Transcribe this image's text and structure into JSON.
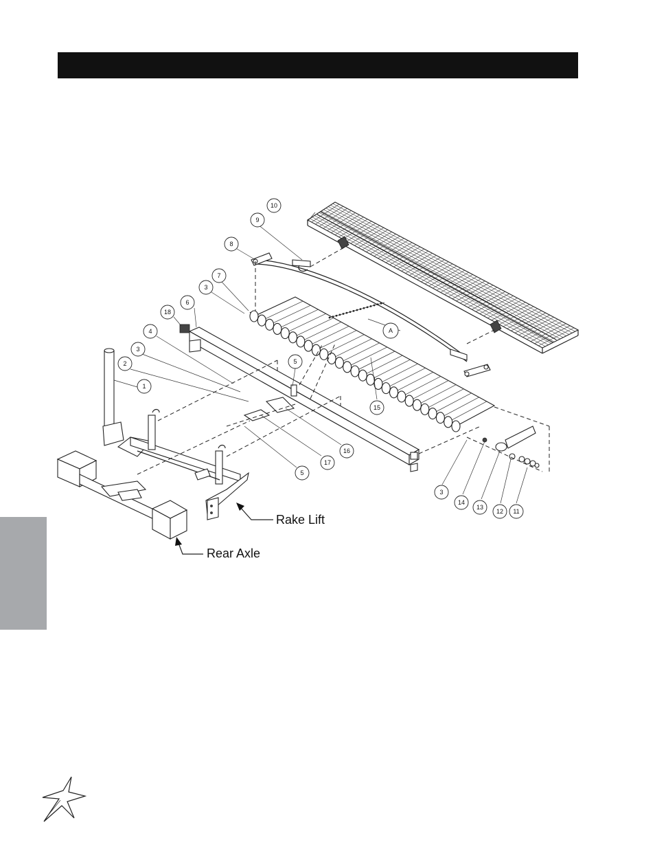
{
  "header": {
    "title": ""
  },
  "labels": {
    "rake_lift": "Rake Lift",
    "rear_axle": "Rear Axle"
  },
  "callouts": {
    "c1": "1",
    "c2": "2",
    "c3a": "3",
    "c3b": "3",
    "c3c": "3",
    "c4": "4",
    "c5a": "5",
    "c5b": "5",
    "c6": "6",
    "c7": "7",
    "c8": "8",
    "c9": "9",
    "c10": "10",
    "c11": "11",
    "c12": "12",
    "c13": "13",
    "c14": "14",
    "c15": "15",
    "c16": "16",
    "c17": "17",
    "c18": "18",
    "cA": "A"
  },
  "colors": {
    "header_bar": "#111111",
    "side_tab": "#a7a9ac"
  },
  "icons": {
    "logo": "star-logo-icon"
  }
}
